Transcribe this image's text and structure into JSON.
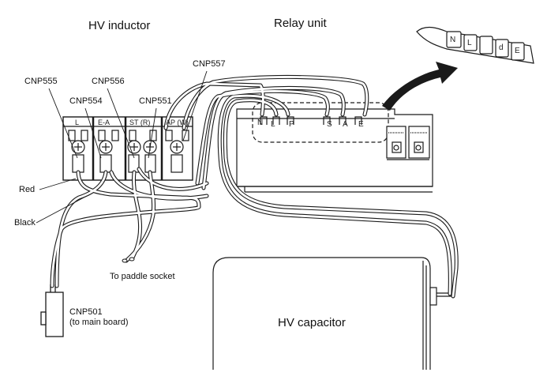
{
  "labels": {
    "hv_inductor": "HV inductor",
    "relay_unit": "Relay unit",
    "cnp555": "CNP555",
    "cnp556": "CNP556",
    "cnp554": "CNP554",
    "cnp551": "CNP551",
    "cnp557": "CNP557",
    "red": "Red",
    "black": "Black",
    "to_paddle_socket": "To paddle socket",
    "cnp501_line1": "CNP501",
    "cnp501_line2": "(to main board)",
    "hv_capacitor": "HV capacitor"
  },
  "inductor_terminals": [
    "L",
    "E-A",
    "ST (R)",
    "AP (W)"
  ],
  "relay_terminals": [
    "N",
    "L",
    "P",
    "S",
    "A",
    "E"
  ],
  "strip_letters": [
    "N",
    "L",
    "d",
    "E"
  ],
  "colors": {
    "line": "#1a1a1a",
    "background": "#ffffff"
  }
}
